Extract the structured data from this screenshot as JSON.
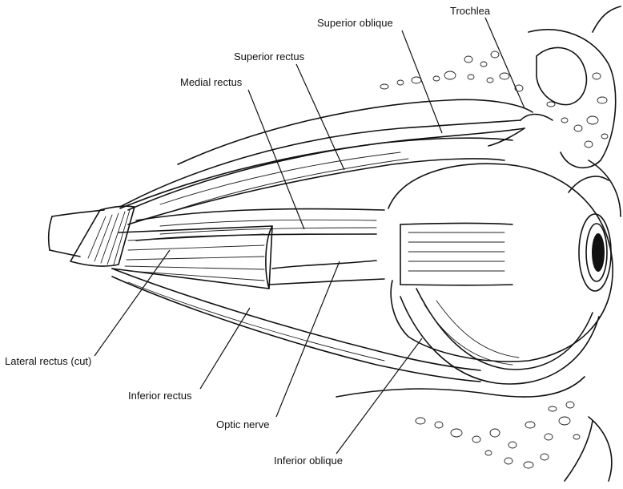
{
  "labels": {
    "trochlea": "Trochlea",
    "superior_oblique": "Superior oblique",
    "superior_rectus": "Superior rectus",
    "medial_rectus": "Medial rectus",
    "lateral_rectus_cut": "Lateral rectus (cut)",
    "inferior_rectus": "Inferior rectus",
    "optic_nerve": "Optic nerve",
    "inferior_oblique": "Inferior oblique"
  }
}
